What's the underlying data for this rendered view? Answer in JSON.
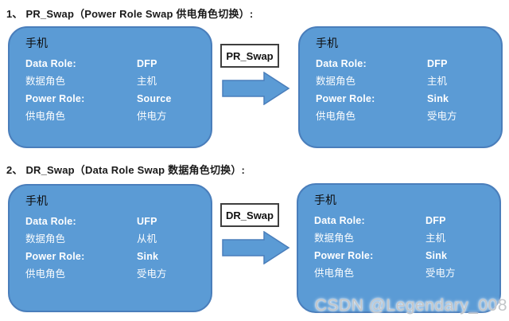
{
  "colors": {
    "card_fill": "#5b9bd5",
    "card_border": "#4a7ebb",
    "arrow_fill": "#5b9bd5",
    "arrow_border": "#4a7ebb",
    "body_text": "#ffffff",
    "title_text": "#0d0d0d"
  },
  "watermark": "CSDN @Legendary_008",
  "sections": [
    {
      "heading": "1、 PR_Swap（Power Role Swap 供电角色切换）:",
      "swap_label": "PR_Swap",
      "left_card": {
        "title": "手机",
        "rows": [
          {
            "label": "Data Role:",
            "value": "DFP"
          },
          {
            "label": "数据角色",
            "value": "主机"
          },
          {
            "label": "Power Role:",
            "value": "Source"
          },
          {
            "label": "供电角色",
            "value": "供电方"
          }
        ]
      },
      "right_card": {
        "title": "手机",
        "rows": [
          {
            "label": "Data Role:",
            "value": "DFP"
          },
          {
            "label": "数据角色",
            "value": "主机"
          },
          {
            "label": "Power Role:",
            "value": "Sink"
          },
          {
            "label": "供电角色",
            "value": "受电方"
          }
        ]
      }
    },
    {
      "heading": "2、 DR_Swap（Data Role Swap 数据角色切换）:",
      "swap_label": "DR_Swap",
      "left_card": {
        "title": "手机",
        "rows": [
          {
            "label": "Data Role:",
            "value": "UFP"
          },
          {
            "label": "数据角色",
            "value": "从机"
          },
          {
            "label": "Power Role:",
            "value": "Sink"
          },
          {
            "label": "供电角色",
            "value": "受电方"
          }
        ]
      },
      "right_card": {
        "title": "手机",
        "rows": [
          {
            "label": "Data Role:",
            "value": "DFP"
          },
          {
            "label": "数据角色",
            "value": "主机"
          },
          {
            "label": "Power Role:",
            "value": "Sink"
          },
          {
            "label": "供电角色",
            "value": "受电方"
          }
        ]
      }
    }
  ]
}
